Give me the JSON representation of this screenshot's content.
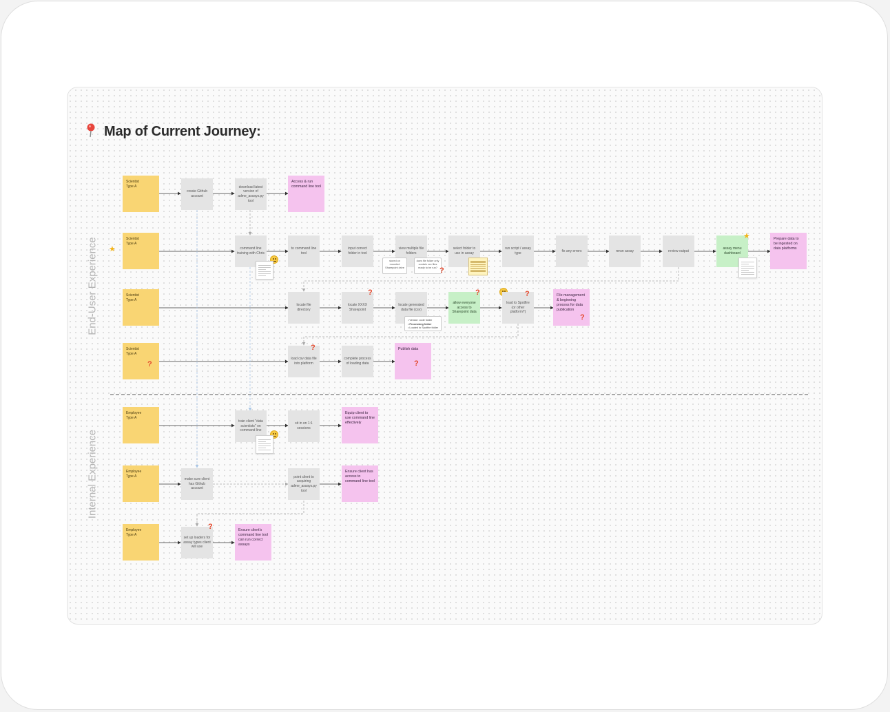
{
  "title": "Map of Current Journey:",
  "lanes": {
    "end_user": "End-User Experience",
    "internal": "Internal Experience"
  },
  "rows": {
    "r1": {
      "persona": [
        "Scientist",
        "Type A"
      ],
      "steps": [
        "create Github account",
        "download latest version of adme_assays.py tool"
      ],
      "goal": "Access & run command line tool"
    },
    "r2": {
      "persona": [
        "Scientist",
        "Type A"
      ],
      "steps": [
        "command line training with Chris",
        "to command line tool",
        "input correct folder in tool",
        "view multiple file folders",
        "select folder to use in assay",
        "run script / assay type",
        "fix any errors",
        "rerun assay",
        "review output",
        "assay menu dashboard"
      ],
      "subnotes": [
        "stored on mounted Sharepoint drive",
        "does file folder only contain xxx files ready to be run?"
      ],
      "goal": "Prepare data to be ingested on data platforms"
    },
    "r3": {
      "persona": [
        "Scientist",
        "Type A"
      ],
      "steps": [
        "locate file directory",
        "locate XXXX Sharepoint",
        "locate generated data file (csv)",
        "allow everyone access to Sharepoint data",
        "load to Spotfire (or other platform?)"
      ],
      "list": [
        "Vendor: code folder",
        "Processing folder",
        "Loaded to Spotfire folder"
      ],
      "goal": "File management & beginning process for data publication"
    },
    "r4": {
      "persona": [
        "Scientist",
        "Type A"
      ],
      "steps": [
        "load csv data file into platform",
        "complete process of loading data"
      ],
      "goal": "Publish data"
    },
    "r5": {
      "persona": [
        "Employee",
        "Type A"
      ],
      "steps": [
        "train client \"data scientists\" on command line",
        "sit in on 1:1 sessions"
      ],
      "goal": "Equip client to use command line effectively"
    },
    "r6": {
      "persona": [
        "Employee",
        "Type A"
      ],
      "steps": [
        "make sure client has Github account",
        "point client to acquiring adme_assays.py tool"
      ],
      "goal": "Ensure client has access to command line tool"
    },
    "r7": {
      "persona": [
        "Employee",
        "Type A"
      ],
      "steps": [
        "set up loaders for assay types client will use"
      ],
      "goal": "Ensure client's command line tool can run correct assays"
    }
  },
  "question_mark": "?",
  "colors": {
    "persona": "#f9d573",
    "step": "#e4e4e4",
    "goal": "#f5c3ee",
    "highlight": "#c7f0c7",
    "question": "#e4472b"
  }
}
